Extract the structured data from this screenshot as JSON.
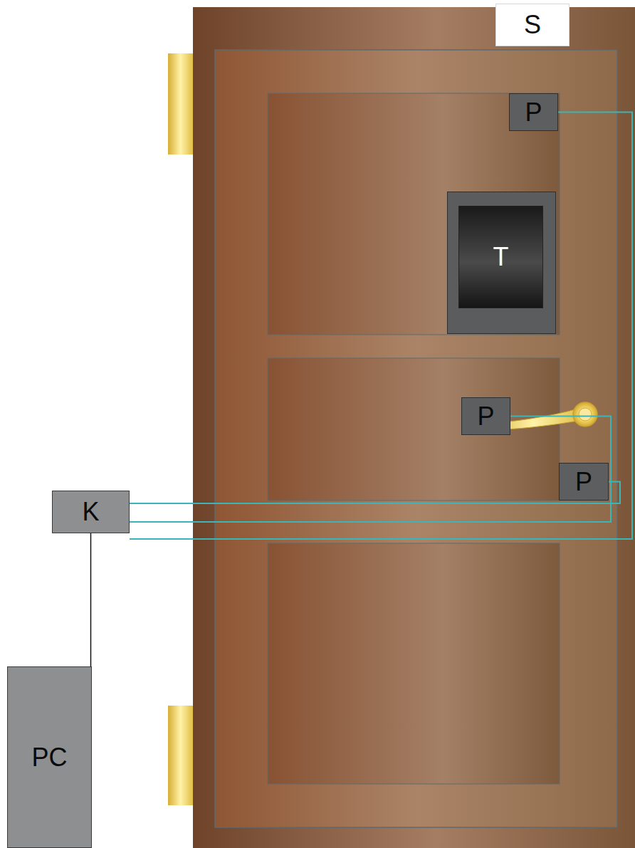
{
  "diagram": {
    "nodes": [
      {
        "text": [
          "S"
        ]
      },
      {
        "text": [
          "P"
        ]
      },
      {
        "text": [
          "T"
        ]
      },
      {
        "text": [
          "P"
        ]
      },
      {
        "text": [
          "P"
        ]
      },
      {
        "text": [
          "K"
        ]
      },
      {
        "text": [
          "PC"
        ]
      }
    ],
    "edges": [
      {
        "from": 1,
        "to": 5,
        "arrow": "none"
      },
      {
        "from": 3,
        "to": 5,
        "arrow": "none"
      },
      {
        "from": 4,
        "to": 5,
        "arrow": "none"
      },
      {
        "from": 5,
        "to": 6,
        "arrow": "none"
      }
    ]
  }
}
